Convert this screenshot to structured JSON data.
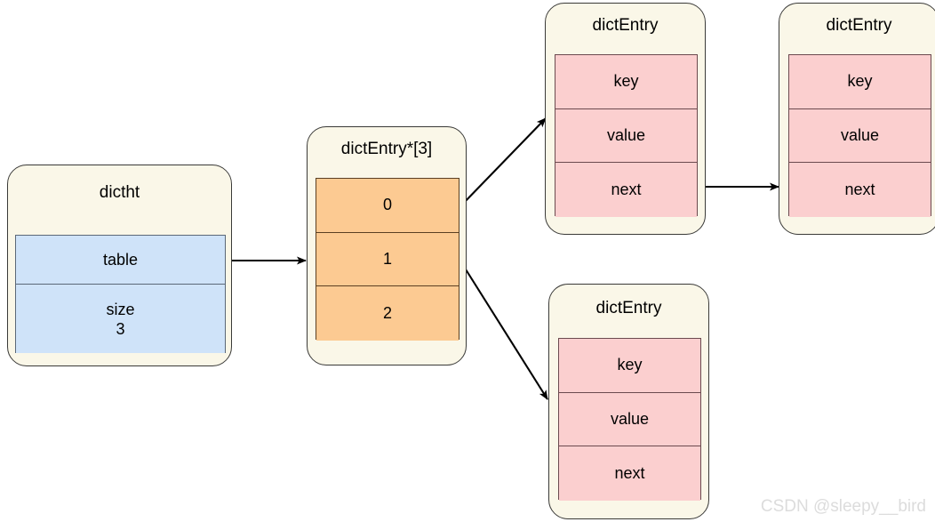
{
  "diagram": {
    "title_hidden": "Redis dict hash table structure",
    "watermark": "CSDN @sleepy__bird",
    "colors": {
      "container_fill": "#faf7e8",
      "container_stroke": "#3a3a38",
      "blue_fill": "#cfe3f9",
      "blue_stroke": "#5b6878",
      "orange_fill": "#fcca92",
      "orange_stroke": "#5a3f22",
      "pink_fill": "#fbcfcf",
      "pink_stroke": "#6b4a4f",
      "arrow": "#000000",
      "watermark": "#dcdcdc"
    },
    "nodes": {
      "dictht": {
        "title": "dictht",
        "fields": [
          {
            "label": "table",
            "value": ""
          },
          {
            "label": "size",
            "value": "3"
          }
        ]
      },
      "table_array": {
        "title": "dictEntry*[3]",
        "cells": [
          "0",
          "1",
          "2"
        ]
      },
      "entry_bucket0_a": {
        "title": "dictEntry",
        "fields": [
          "key",
          "value",
          "next"
        ]
      },
      "entry_bucket0_b": {
        "title": "dictEntry",
        "fields": [
          "key",
          "value",
          "next"
        ]
      },
      "entry_bucket1": {
        "title": "dictEntry",
        "fields": [
          "key",
          "value",
          "next"
        ]
      }
    },
    "edges": [
      {
        "from": "dictht.table",
        "to": "table_array"
      },
      {
        "from": "table_array.cell0",
        "to": "entry_bucket0_a"
      },
      {
        "from": "table_array.cell1",
        "to": "entry_bucket1"
      },
      {
        "from": "entry_bucket0_a.next",
        "to": "entry_bucket0_b"
      }
    ]
  }
}
